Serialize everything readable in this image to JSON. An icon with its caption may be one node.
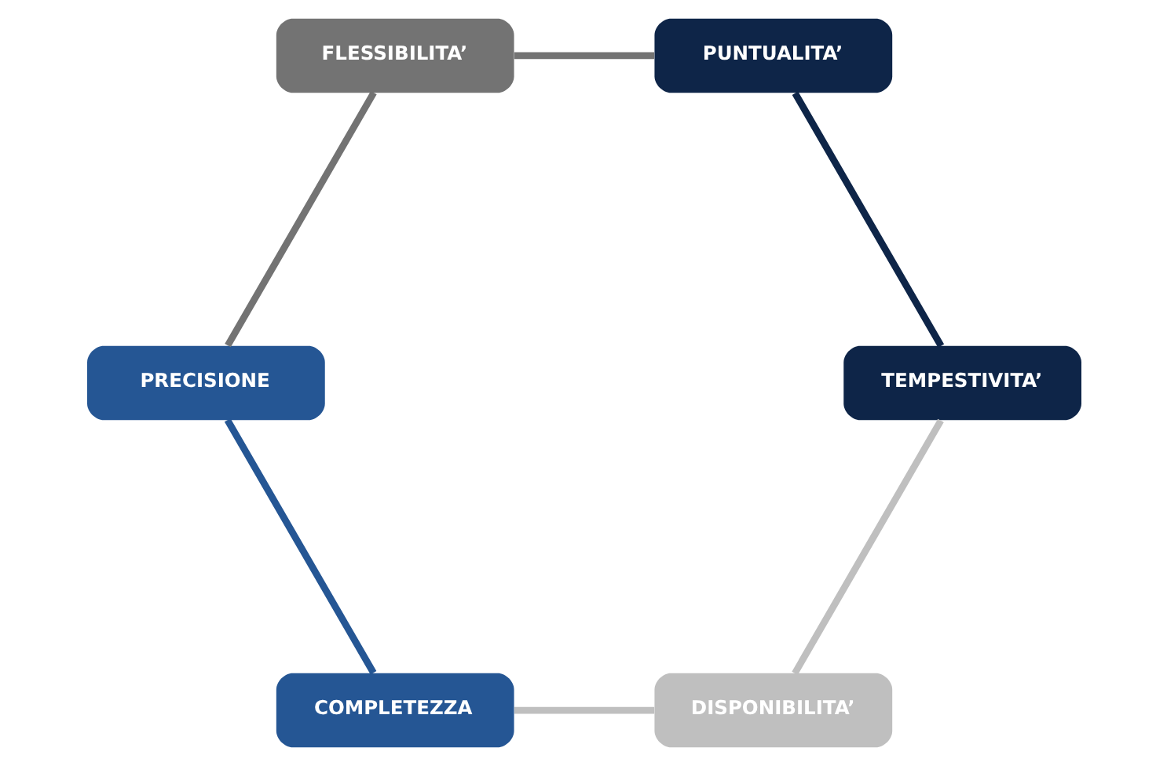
{
  "diagram": {
    "nodes": [
      {
        "text": [
          "DISPONIBILITA’"
        ]
      },
      {
        "text": [
          "TEMPESTIVITA’"
        ]
      },
      {
        "text": [
          "COMPLETEZZA"
        ]
      },
      {
        "text": [
          "PUNTUALITA’"
        ]
      },
      {
        "text": [
          "PRECISIONE"
        ]
      },
      {
        "text": [
          "FLESSIBILITA’"
        ]
      }
    ],
    "edges": [
      {
        "from": 0,
        "to": 2,
        "arrow": "none",
        "color": "#bfbfbf"
      },
      {
        "from": 2,
        "to": 4,
        "arrow": "none",
        "color": "#255694"
      },
      {
        "from": 4,
        "to": 5,
        "arrow": "none",
        "color": "#737373"
      },
      {
        "from": 5,
        "to": 3,
        "arrow": "none",
        "color": "#737373"
      },
      {
        "from": 3,
        "to": 1,
        "arrow": "none",
        "color": "#0e2548"
      },
      {
        "from": 1,
        "to": 0,
        "arrow": "none",
        "color": "#bfbfbf"
      }
    ]
  }
}
